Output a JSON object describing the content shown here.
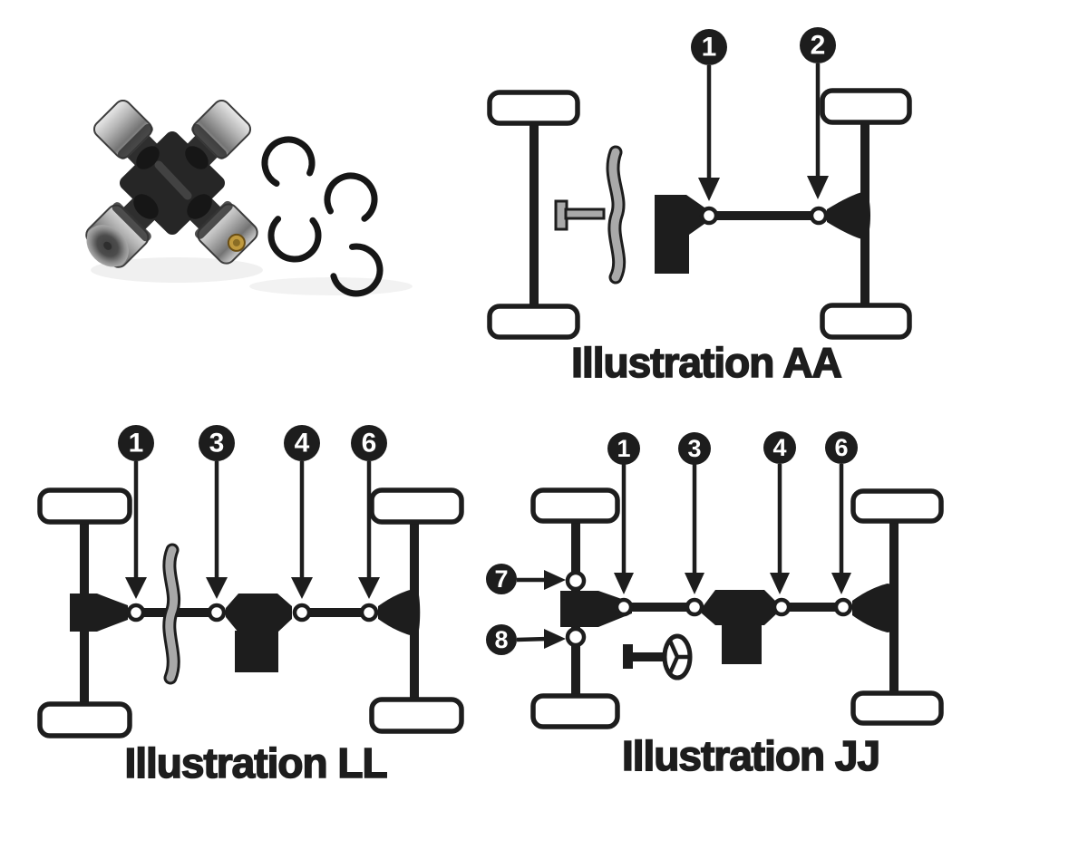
{
  "colors": {
    "background": "#ffffff",
    "ink": "#1d1d1d",
    "gray": "#a9a9a9",
    "brass": "#c09a3e"
  },
  "photo": {
    "alt": "Universal joint cross with four bearing caps and four snap rings"
  },
  "illustration_aa": {
    "label": "Illustration AA",
    "callouts": {
      "c1": "1",
      "c2": "2"
    }
  },
  "illustration_ll": {
    "label": "Illustration LL",
    "callouts": {
      "c1": "1",
      "c3": "3",
      "c4": "4",
      "c6": "6"
    }
  },
  "illustration_jj": {
    "label": "Illustration JJ",
    "callouts": {
      "c1": "1",
      "c3": "3",
      "c4": "4",
      "c6": "6",
      "c7": "7",
      "c8": "8"
    }
  }
}
